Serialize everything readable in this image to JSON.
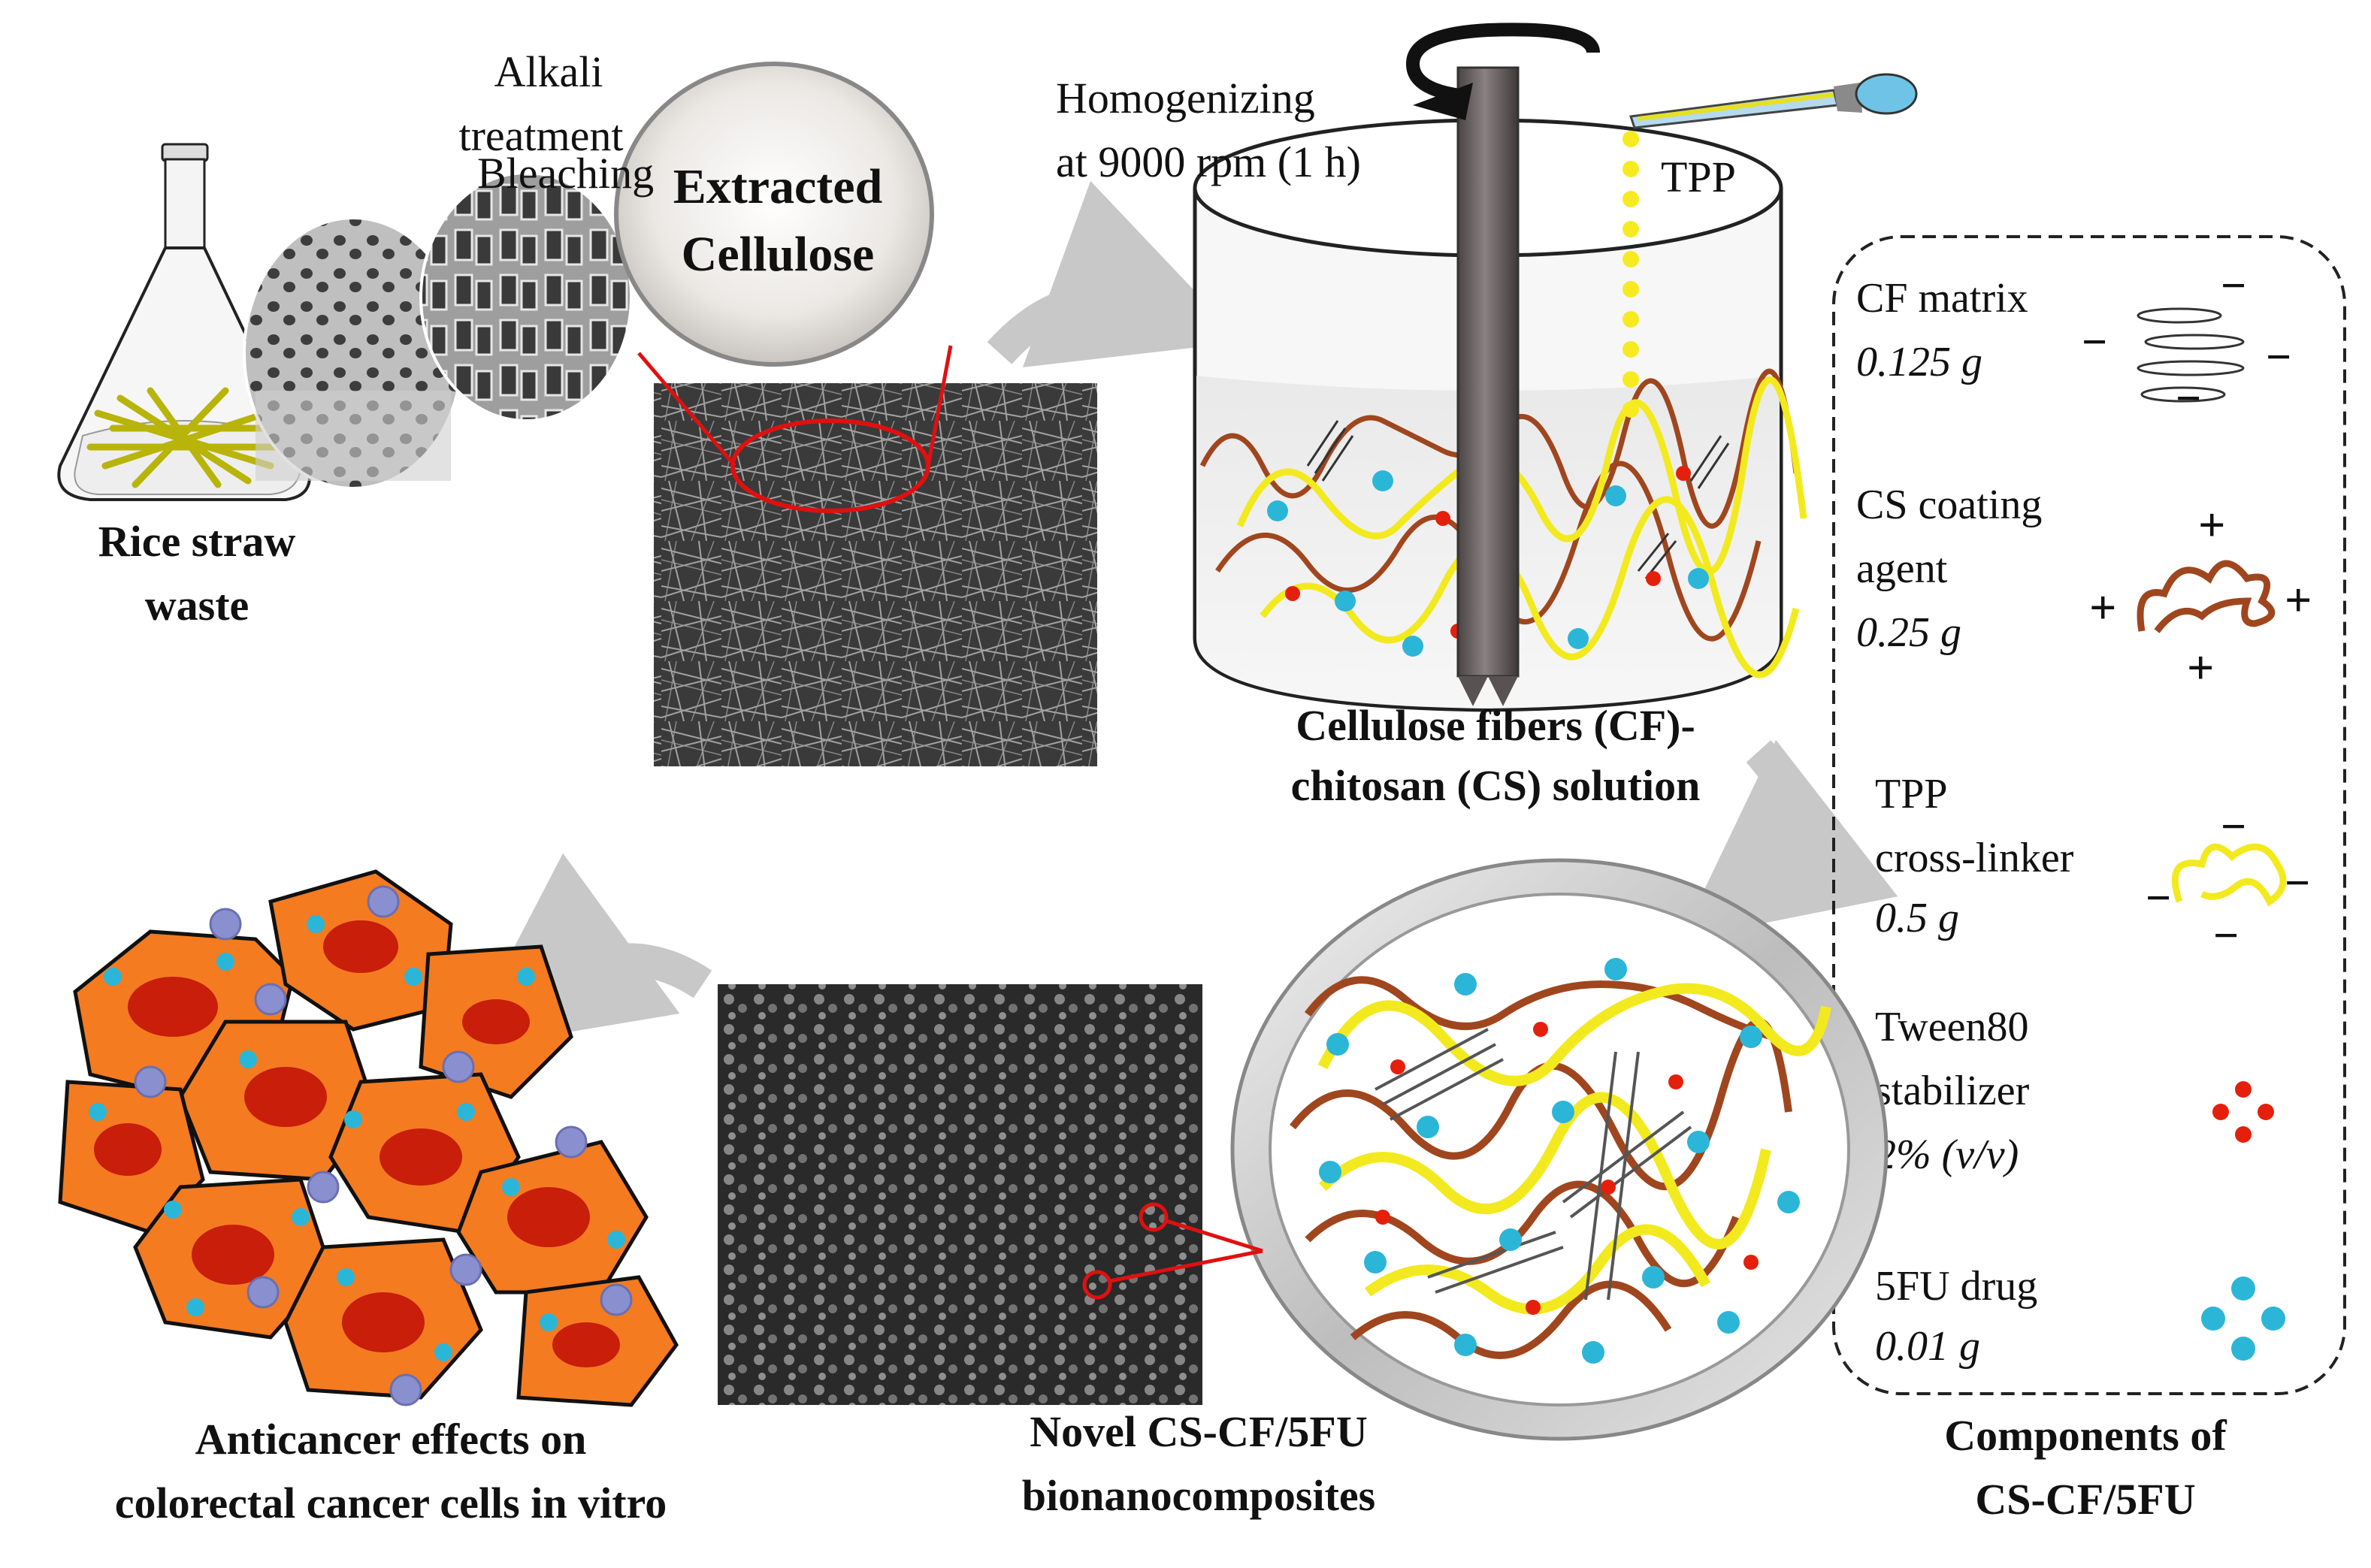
{
  "extraction": {
    "rice_straw_label": [
      "Rice straw",
      "waste"
    ],
    "bleaching_label": "Bleaching",
    "alkali_label": [
      "Alkali",
      "treatment"
    ],
    "cellulose_label": [
      "Extracted",
      "Cellulose"
    ]
  },
  "homogenizer": {
    "speed_label": [
      "Homogenizing",
      "at 9000 rpm (1 h)"
    ],
    "tpp_label": "TPP",
    "solution_label": [
      "Cellulose fibers (CF)-",
      "chitosan (CS) solution"
    ]
  },
  "composite": {
    "label": [
      "Novel CS-CF/5FU",
      "bionanocomposites"
    ]
  },
  "cells": {
    "label": [
      "Anticancer effects on",
      "colorectal cancer cells in vitro"
    ]
  },
  "components": {
    "title": [
      "Components of",
      "CS-CF/5FU"
    ],
    "items": [
      {
        "name": [
          "CF matrix"
        ],
        "amount": "0.125 g",
        "charge": "−"
      },
      {
        "name": [
          "CS coating",
          "agent"
        ],
        "amount": "0.25 g",
        "charge": "+"
      },
      {
        "name": [
          "TPP",
          "cross-linker"
        ],
        "amount": "0.5 g",
        "charge": "−"
      },
      {
        "name": [
          "Tween80",
          "stabilizer"
        ],
        "amount": "2% (v/v)"
      },
      {
        "name": [
          "5FU drug"
        ],
        "amount": "0.01 g"
      }
    ]
  },
  "colors": {
    "cell_fill": "#f47b20",
    "nucleus": "#c81e0a",
    "chitosan": "#a0461e",
    "tpp": "#f2ea1e",
    "drug": "#2bb6d8",
    "stabilizer": "#e4200c",
    "arrow": "#c8c8c8",
    "zoom_line": "#e01010"
  },
  "icons": [
    "rotation-arrow-icon",
    "dropper-icon",
    "curved-arrow-icon",
    "flask-icon",
    "petri-dish-icon"
  ]
}
